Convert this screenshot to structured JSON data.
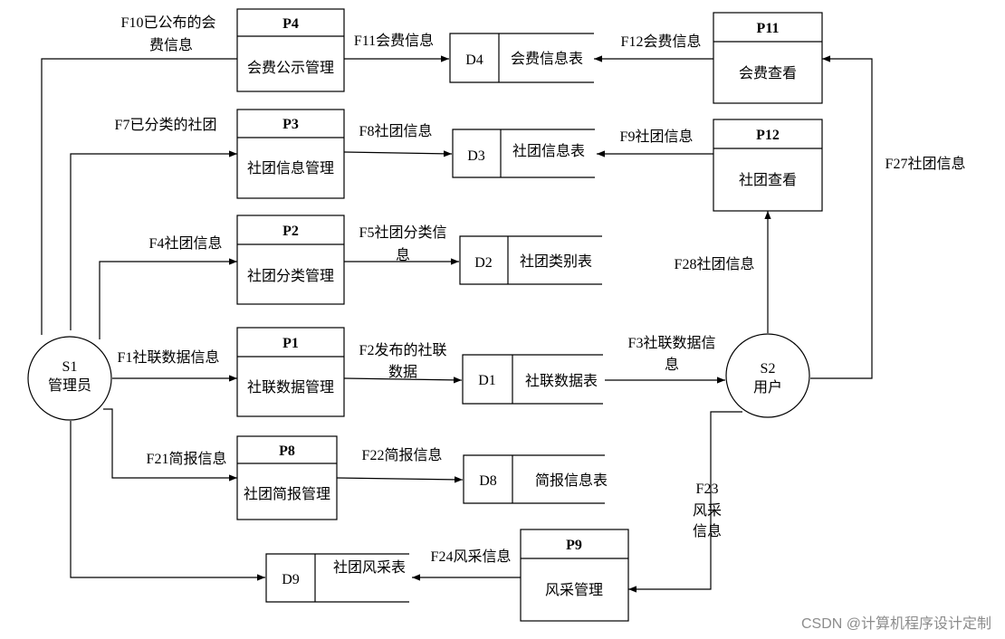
{
  "entities": {
    "s1": {
      "id": "S1",
      "name": "管理员"
    },
    "s2": {
      "id": "S2",
      "name": "用户"
    }
  },
  "processes": {
    "p4": {
      "id": "P4",
      "name": "会费公示管理"
    },
    "p3": {
      "id": "P3",
      "name": "社团信息管理"
    },
    "p2": {
      "id": "P2",
      "name": "社团分类管理"
    },
    "p1": {
      "id": "P1",
      "name": "社联数据管理"
    },
    "p8": {
      "id": "P8",
      "name": "社团简报管理"
    },
    "p9": {
      "id": "P9",
      "name": "风采管理"
    },
    "p11": {
      "id": "P11",
      "name": "会费查看"
    },
    "p12": {
      "id": "P12",
      "name": "社团查看"
    }
  },
  "stores": {
    "d4": {
      "id": "D4",
      "name": "会费信息表"
    },
    "d3": {
      "id": "D3",
      "name": "社团信息表"
    },
    "d2": {
      "id": "D2",
      "name": "社团类别表"
    },
    "d1": {
      "id": "D1",
      "name": "社联数据表"
    },
    "d8": {
      "id": "D8",
      "name": "简报信息表"
    },
    "d9": {
      "id": "D9",
      "name": "社团风采表"
    }
  },
  "flows": {
    "f10": [
      "F10已公布的会",
      "费信息"
    ],
    "f11": "F11会费信息",
    "f12": "F12会费信息",
    "f7": "F7已分类的社团",
    "f8": "F8社团信息",
    "f9": "F9社团信息",
    "f27": "F27社团信息",
    "f4": "F4社团信息",
    "f5": [
      "F5社团分类信",
      "息"
    ],
    "f28": "F28社团信息",
    "f1": "F1社联数据信息",
    "f2": [
      "F2发布的社联",
      "数据"
    ],
    "f3": [
      "F3社联数据信",
      "息"
    ],
    "f21": "F21简报信息",
    "f22": "F22简报信息",
    "f23": [
      "F23",
      "风采",
      "信息"
    ],
    "f24": "F24风采信息"
  },
  "watermark": "CSDN @计算机程序设计定制"
}
